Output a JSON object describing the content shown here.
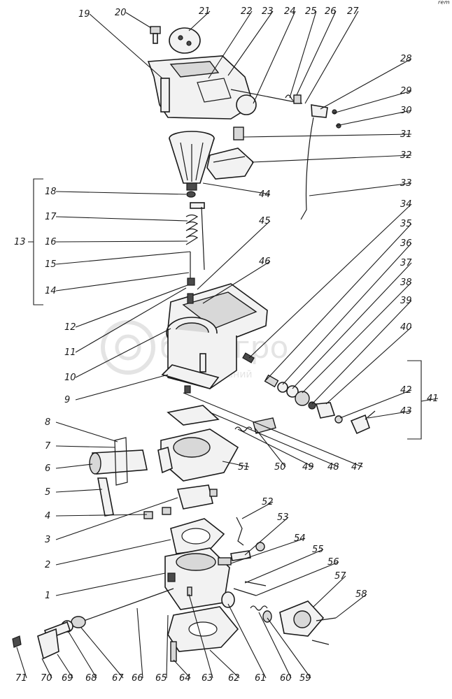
{
  "watermark": {
    "brand": "бслагро",
    "subtitle": "группа компаний"
  },
  "corner_mark": "ʳᵉᵐ",
  "labels": [
    "1",
    "2",
    "3",
    "4",
    "5",
    "6",
    "7",
    "8",
    "9",
    "10",
    "11",
    "12",
    "13",
    "14",
    "15",
    "16",
    "17",
    "18",
    "19",
    "20",
    "21",
    "22",
    "23",
    "24",
    "25",
    "26",
    "27",
    "28",
    "29",
    "30",
    "31",
    "32",
    "33",
    "34",
    "35",
    "36",
    "37",
    "38",
    "39",
    "40",
    "41",
    "42",
    "43",
    "44",
    "45",
    "46",
    "47",
    "48",
    "49",
    "50",
    "51",
    "52",
    "53",
    "54",
    "55",
    "56",
    "57",
    "58",
    "59",
    "60",
    "61",
    "62",
    "63",
    "64",
    "65",
    "66",
    "67",
    "68",
    "69",
    "70",
    "71"
  ]
}
